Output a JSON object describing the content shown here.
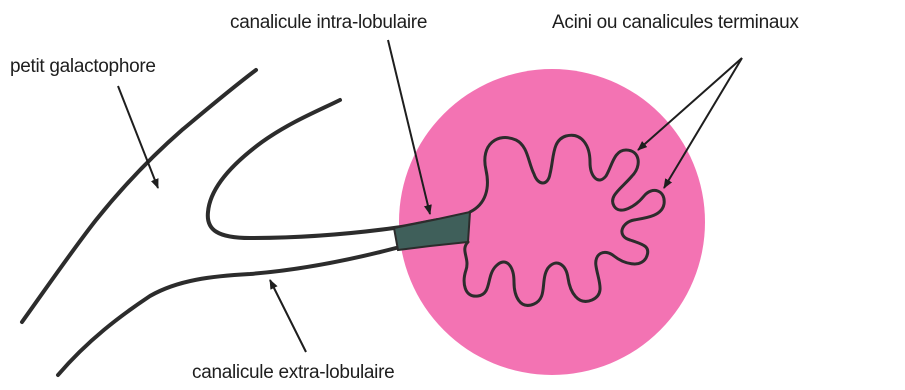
{
  "labels": {
    "petit_galactophore": "petit galactophore",
    "canalicule_intra": "canalicule intra-lobulaire",
    "acini": "Acini ou canalicules terminaux",
    "canalicule_extra": "canalicule extra-lobulaire"
  },
  "colors": {
    "lobule_fill": "#f373b3",
    "duct_stroke": "#2c2c2c",
    "intra_duct_fill": "#3f5f5a",
    "arrow": "#1e1e1e",
    "text": "#1e1e1e"
  }
}
